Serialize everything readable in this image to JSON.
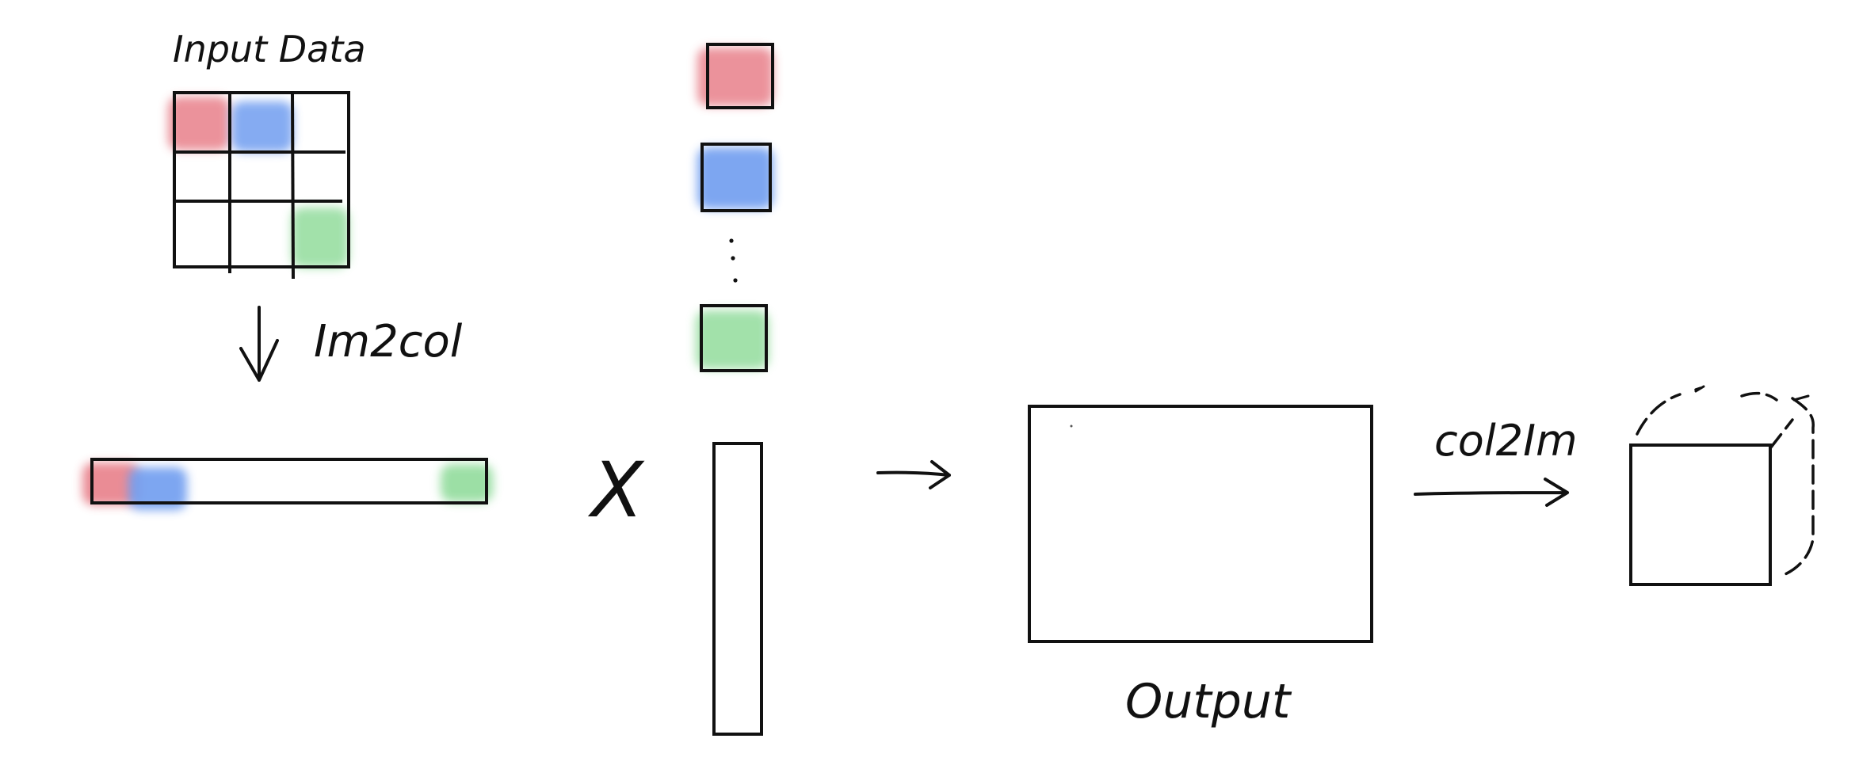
{
  "labels": {
    "input_data": "Input Data",
    "im2col": "Im2col",
    "times": "X",
    "col2im": "col2Im",
    "output": "Output"
  },
  "colors": {
    "red": "#e8808a",
    "blue": "#6f9df0",
    "green": "#92dc9c",
    "ink": "#111111"
  },
  "filter_column": {
    "swatches": [
      "red",
      "blue",
      "ellipsis",
      "green"
    ]
  }
}
